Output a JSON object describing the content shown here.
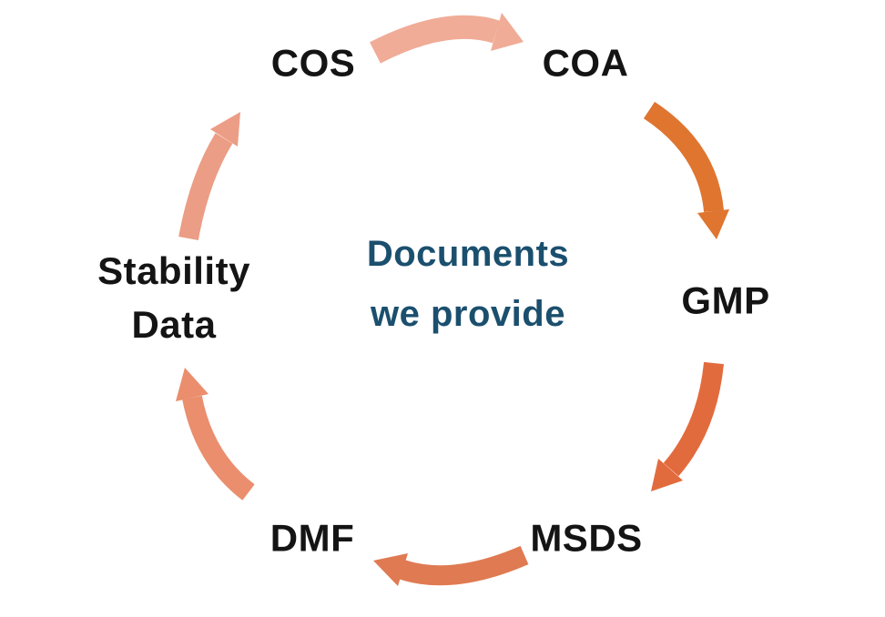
{
  "diagram": {
    "background": "#ffffff",
    "label_color": "#141414",
    "center_title": {
      "line1": "Documents",
      "line2": "we provide",
      "color": "#1B4F6E"
    },
    "nodes": [
      {
        "label": "COS"
      },
      {
        "label": "COA"
      },
      {
        "label": "GMP"
      },
      {
        "label": "MSDS"
      },
      {
        "label": "DMF"
      },
      {
        "line1": "Stability",
        "line2": "Data"
      }
    ],
    "arrows": [
      {
        "from": "COS",
        "to": "COA",
        "color": "#F0AC97"
      },
      {
        "from": "COA",
        "to": "GMP",
        "color": "#DF752F"
      },
      {
        "from": "GMP",
        "to": "MSDS",
        "color": "#E26B3E"
      },
      {
        "from": "MSDS",
        "to": "DMF",
        "color": "#E07A52"
      },
      {
        "from": "DMF",
        "to": "Stability Data",
        "color": "#EA8E6E"
      },
      {
        "from": "Stability Data",
        "to": "COS",
        "color": "#EC9D85"
      }
    ]
  }
}
